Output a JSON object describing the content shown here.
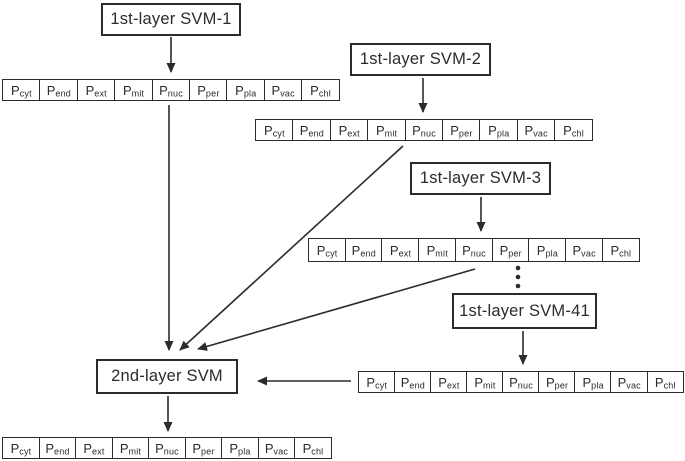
{
  "diagram": {
    "nodes": {
      "svm1": {
        "label": "1st-layer SVM-1"
      },
      "svm2": {
        "label": "1st-layer SVM-2"
      },
      "svm3": {
        "label": "1st-layer SVM-3"
      },
      "svm41": {
        "label": "1st-layer SVM-41"
      },
      "svm2nd": {
        "label": "2nd-layer SVM"
      }
    },
    "vector_labels": [
      {
        "base": "P",
        "sub": "cyt"
      },
      {
        "base": "P",
        "sub": "end"
      },
      {
        "base": "P",
        "sub": "ext"
      },
      {
        "base": "P",
        "sub": "mit"
      },
      {
        "base": "P",
        "sub": "nuc"
      },
      {
        "base": "P",
        "sub": "per"
      },
      {
        "base": "P",
        "sub": "pla"
      },
      {
        "base": "P",
        "sub": "vac"
      },
      {
        "base": "P",
        "sub": "chl"
      }
    ],
    "icons": [
      {
        "name": "vertical-ellipsis",
        "glyph": "⋮"
      },
      {
        "name": "arrow-down",
        "glyph": "↓"
      },
      {
        "name": "arrow-left",
        "glyph": "←"
      }
    ],
    "colors": {
      "line": "#2b2b2b",
      "background": "#ffffff"
    }
  }
}
